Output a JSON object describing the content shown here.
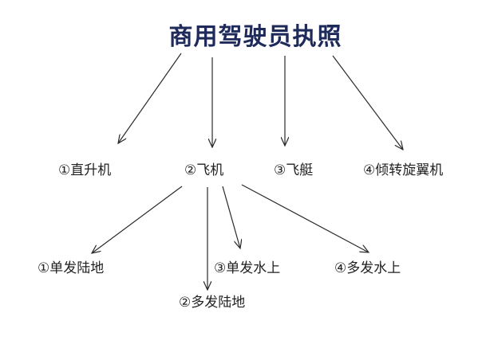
{
  "title": "商用驾驶员执照",
  "categories": [
    {
      "label": "①直升机"
    },
    {
      "label": "②飞机"
    },
    {
      "label": "③飞艇"
    },
    {
      "label": "④倾转旋翼机"
    }
  ],
  "airplane_subcategories": [
    {
      "label": "①单发陆地"
    },
    {
      "label": "②多发陆地"
    },
    {
      "label": "③单发水上"
    },
    {
      "label": "④多发水上"
    }
  ]
}
